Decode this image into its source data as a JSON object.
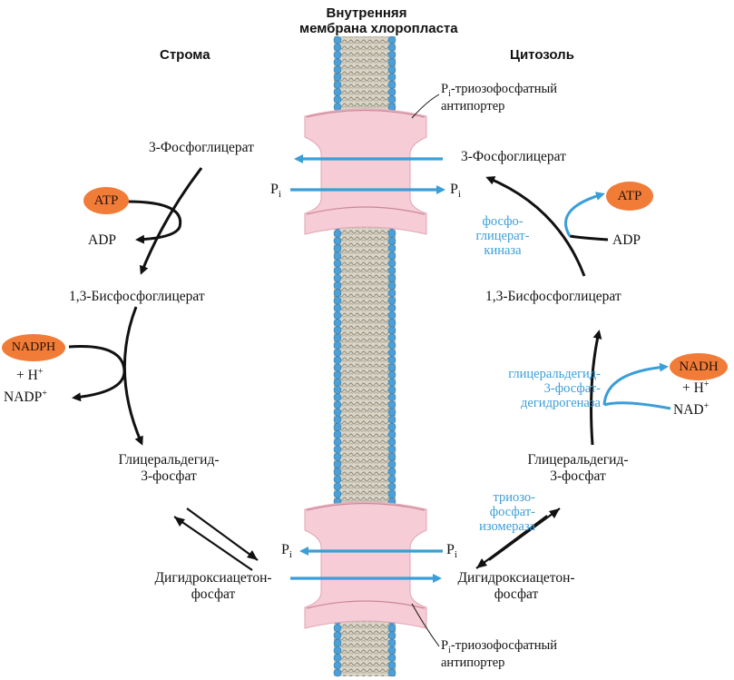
{
  "header": {
    "membrane_line1": "Внутренняя",
    "membrane_line2": "мембрана хлоропласта"
  },
  "labels": {
    "stroma": "Строма",
    "cytosol": "Цитозоль",
    "antiporter_top": "-триозофосфатный",
    "antiporter_top2": "антипортер",
    "antiporter_bottom": "-триозофосфатный",
    "antiporter_bottom2": "антипортер",
    "pi": "P",
    "pi_sub": "i"
  },
  "stroma": {
    "pga": "3-Фосфоглицерат",
    "bpg": "1,3-Бисфосфоглицерат",
    "gap1": "Глицеральдегид-",
    "gap2": "3-фосфат",
    "dhap1": "Дигидроксиацетон-",
    "dhap2": "фосфат",
    "atp": "ATP",
    "adp": "ADP",
    "nadph": "NADPH",
    "h": "+ H",
    "nadp": "NADP"
  },
  "cytosol": {
    "pga": "3-Фосфоглицерат",
    "bpg": "1,3-Бисфосфоглицерат",
    "gap1": "Глицеральдегид-",
    "gap2": "3-фосфат",
    "dhap1": "Дигидроксиацетон-",
    "dhap2": "фосфат",
    "atp": "ATP",
    "adp": "ADP",
    "nadh": "NADH",
    "h": "+ H",
    "nad": "NAD"
  },
  "enzymes": {
    "pgk1": "фосфо-",
    "pgk2": "глицерат-",
    "pgk3": "киназа",
    "gapdh1": "глицеральдегид-",
    "gapdh2": "3-фосфат-",
    "gapdh3": "дегидрогеназа",
    "tpi1": "триозо-",
    "tpi2": "фосфат-",
    "tpi3": "изомераза"
  },
  "colors": {
    "membrane_head": "#4d9fd6",
    "membrane_tail": "#c9c4b4",
    "transporter": "#f6ccd6",
    "arrow_blue": "#3a9ed8",
    "cofactor_oval": "#f07c38"
  },
  "icons": {
    "arrow": "arrow-icon"
  }
}
